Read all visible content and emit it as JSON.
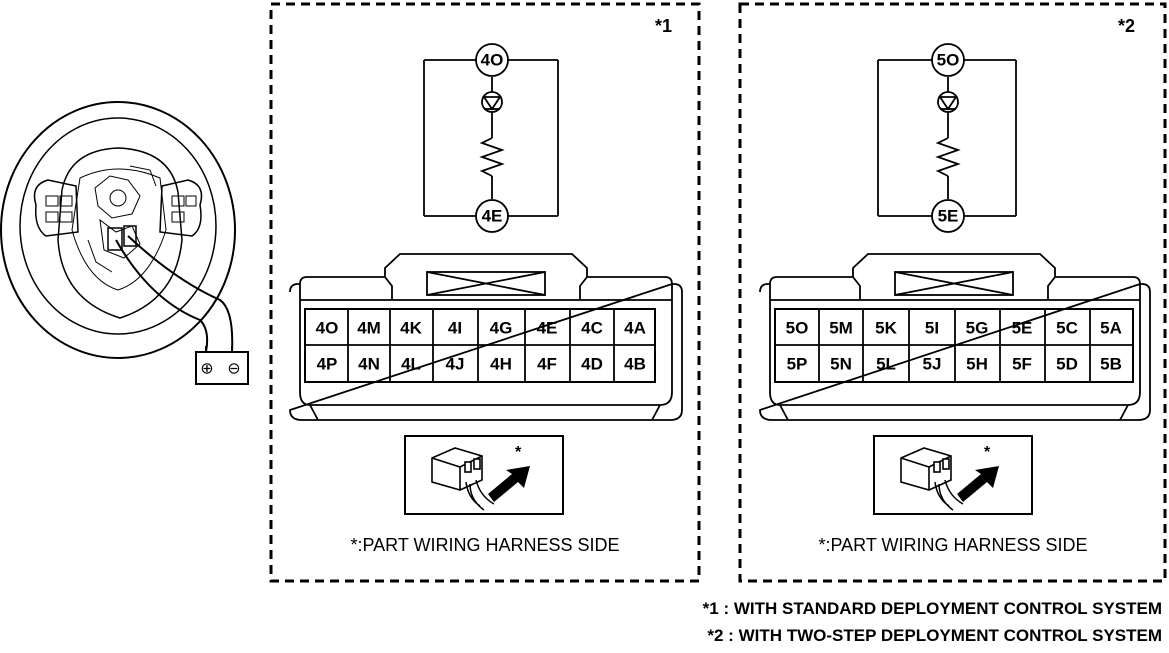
{
  "panels": [
    {
      "tag": "*1",
      "top_node": "4O",
      "bottom_node": "4E",
      "pins_top": [
        "4O",
        "4M",
        "4K",
        "4I",
        "4G",
        "4E",
        "4C",
        "4A"
      ],
      "pins_bottom": [
        "4P",
        "4N",
        "4L",
        "4J",
        "4H",
        "4F",
        "4D",
        "4B"
      ],
      "inset_star": "*",
      "caption": "*:PART WIRING HARNESS SIDE"
    },
    {
      "tag": "*2",
      "top_node": "5O",
      "bottom_node": "5E",
      "pins_top": [
        "5O",
        "5M",
        "5K",
        "5I",
        "5G",
        "5E",
        "5C",
        "5A"
      ],
      "pins_bottom": [
        "5P",
        "5N",
        "5L",
        "5J",
        "5H",
        "5F",
        "5D",
        "5B"
      ],
      "inset_star": "*",
      "caption": "*:PART WIRING HARNESS SIDE"
    }
  ],
  "footnotes": [
    "*1 : WITH STANDARD DEPLOYMENT CONTROL SYSTEM",
    "*2 : WITH TWO-STEP DEPLOYMENT CONTROL SYSTEM"
  ],
  "battery": {
    "plus_symbol": "⊕",
    "minus_symbol": "⊖"
  }
}
